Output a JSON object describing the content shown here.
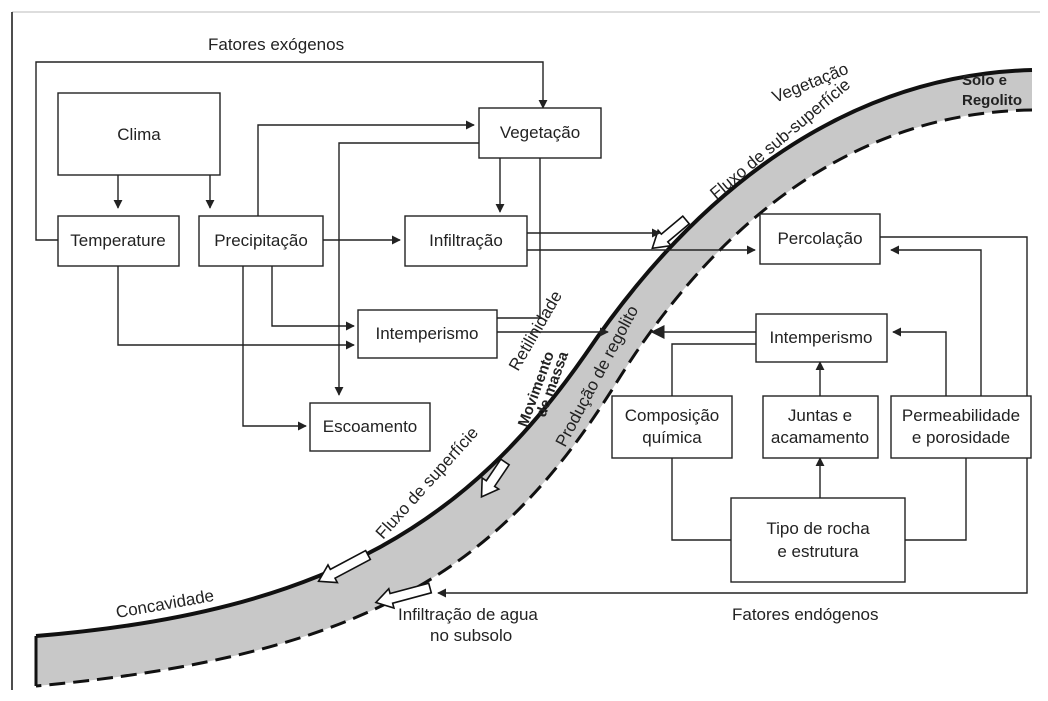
{
  "title": "Fatores exógenos",
  "bottom_title": "Fatores endógenos",
  "boxes": {
    "clima": "Clima",
    "temperature": "Temperature",
    "precipitacao": "Precipitação",
    "vegetacao": "Vegetação",
    "infiltracao": "Infiltração",
    "intemperismo_left": "Intemperismo",
    "escoamento": "Escoamento",
    "percolacao": "Percolação",
    "intemperismo_right": "Intemperismo",
    "composicao_1": "Composição",
    "composicao_2": "química",
    "juntas_1": "Juntas e",
    "juntas_2": "acamamento",
    "permeabilidade_1": "Permeabilidade",
    "permeabilidade_2": "e porosidade",
    "rocha_1": "Tipo de rocha",
    "rocha_2": "e estrutura"
  },
  "slope_labels": {
    "solo_1": "Solo e",
    "solo_2": "Regolito",
    "vegetacao": "Vegetação",
    "fluxo_sub": "Fluxo de sub-superfície",
    "retilinidade": "Retilinidade",
    "movimento_1": "Movimento",
    "movimento_2": "de massa",
    "producao": "Produção de regolito",
    "fluxo_sup": "Fluxo de superfície",
    "concavidade": "Concavidade",
    "infiltracao_agua_1": "Infiltração de agua",
    "infiltracao_agua_2": "no subsolo"
  }
}
